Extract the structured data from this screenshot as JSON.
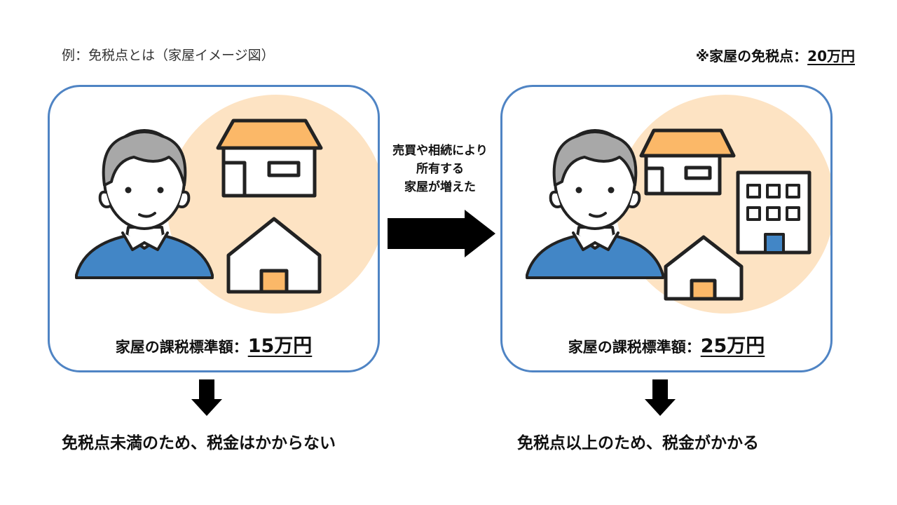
{
  "header": {
    "title": "例：免税点とは（家屋イメージ図）",
    "note_prefix": "※家屋の免税点：",
    "note_value": "20万円"
  },
  "left_panel": {
    "label": "家屋の課税標準額：",
    "amount": "15万円",
    "result": "免税点未満のため、税金はかからない"
  },
  "right_panel": {
    "label": "家屋の課税標準額：",
    "amount": "25万円",
    "result": "免税点以上のため、税金がかかる"
  },
  "transition": {
    "line1": "売買や相続により",
    "line2": "所有する",
    "line3": "家屋が増えた"
  },
  "colors": {
    "panel_border": "#4f84c4",
    "bg_circle": "#fde3c3",
    "roof": "#fbb868",
    "door": "#fbb868",
    "shirt": "#4286c6",
    "hair": "#a8a8a8",
    "window_blue": "#4286c6"
  }
}
